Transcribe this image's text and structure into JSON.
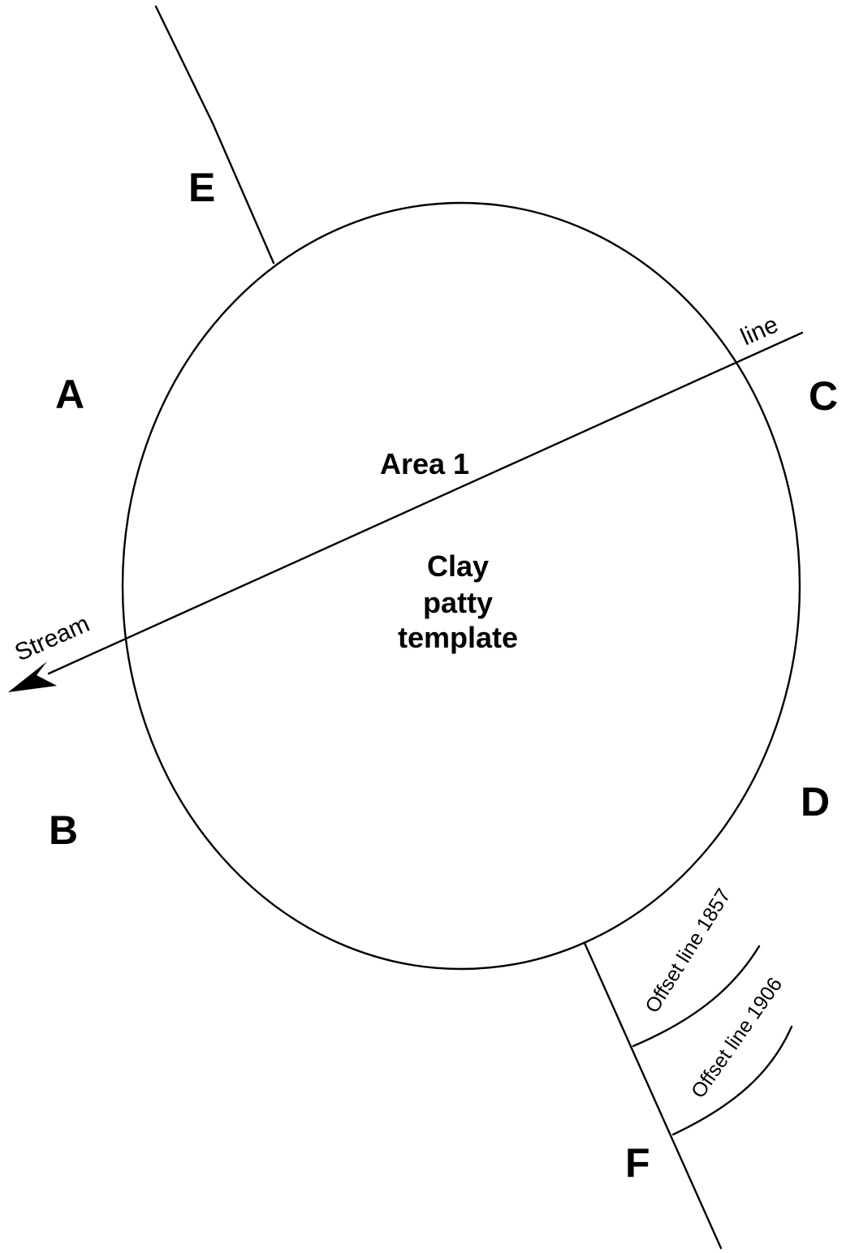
{
  "labels": {
    "a": "A",
    "b": "B",
    "c": "C",
    "d": "D",
    "e": "E",
    "f": "F",
    "area": "Area 1",
    "template_line1": "Clay",
    "template_line2": "patty",
    "template_line3": "template",
    "stream": "Stream",
    "line": "line",
    "offset_1857": "Offset line 1857",
    "offset_1906": "Offset line 1906"
  },
  "colors": {
    "ink": "#000000",
    "background": "#ffffff"
  }
}
